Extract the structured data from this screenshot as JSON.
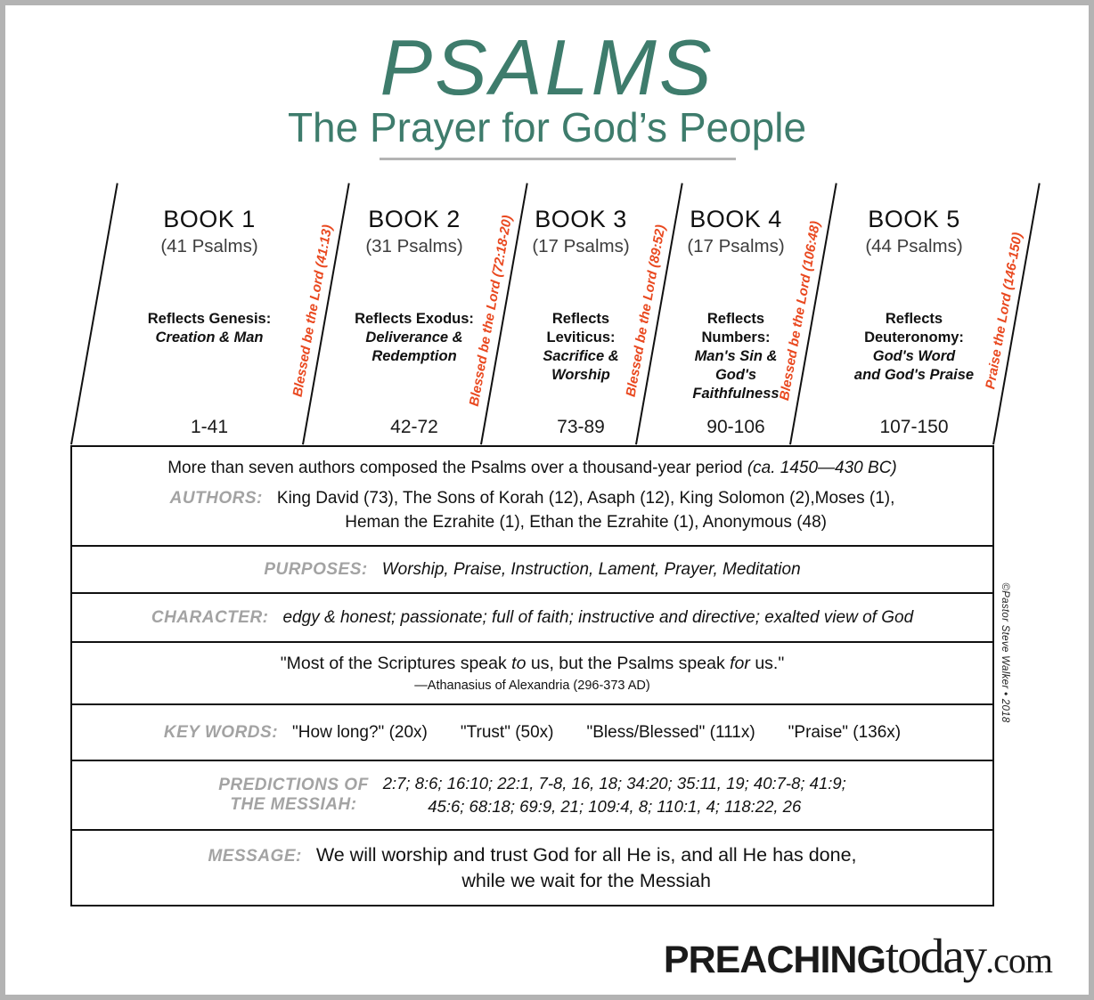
{
  "header": {
    "title": "PSALMS",
    "subtitle": "The Prayer for God’s People"
  },
  "books": [
    {
      "name": "BOOK 1",
      "count": "(41 Psalms)",
      "reflects_head": "Reflects Genesis:",
      "reflects_theme": "Creation & Man",
      "range": "1-41",
      "doxology": "Blessed be the Lord (41:13)"
    },
    {
      "name": "BOOK 2",
      "count": "(31 Psalms)",
      "reflects_head": "Reflects Exodus:",
      "reflects_theme": "Deliverance &\nRedemption",
      "range": "42-72",
      "doxology": "Blessed be the Lord (72:18-20)"
    },
    {
      "name": "BOOK 3",
      "count": "(17 Psalms)",
      "reflects_head": "Reflects\nLeviticus:",
      "reflects_theme": "Sacrifice &\nWorship",
      "range": "73-89",
      "doxology": "Blessed be the Lord (89:52)"
    },
    {
      "name": "BOOK 4",
      "count": "(17 Psalms)",
      "reflects_head": "Reflects\nNumbers:",
      "reflects_theme": "Man's Sin &\nGod's\nFaithfulness",
      "range": "90-106",
      "doxology": "Blessed be the Lord (106:48)"
    },
    {
      "name": "BOOK 5",
      "count": "(44 Psalms)",
      "reflects_head": "Reflects\nDeuteronomy:",
      "reflects_theme": "God's Word\nand God's Praise",
      "range": "107-150",
      "doxology": "Praise the Lord (146-150)"
    }
  ],
  "table": {
    "intro_text": "More than seven authors composed the Psalms over a thousand-year period ",
    "intro_italic": "(ca. 1450—430 BC)",
    "authors_label": "AUTHORS:",
    "authors_value": "King David (73), The Sons of Korah (12), Asaph (12), King Solomon (2),Moses (1),\nHeman the Ezrahite (1), Ethan the Ezrahite (1), Anonymous (48)",
    "purposes_label": "PURPOSES:",
    "purposes_value": "Worship, Praise, Instruction, Lament, Prayer, Meditation",
    "character_label": "CHARACTER:",
    "character_value": "edgy & honest; passionate; full of faith; instructive and directive; exalted view of God",
    "quote": {
      "pre": "\"Most of the Scriptures speak ",
      "italic1": "to",
      "mid": " us, but the Psalms speak ",
      "italic2": "for",
      "post": " us.\"",
      "attribution": "—Athanasius of Alexandria (296-373 AD)"
    },
    "keywords_label": "KEY WORDS:",
    "keywords": [
      "\"How long?\" (20x)",
      "\"Trust\" (50x)",
      "\"Bless/Blessed\" (111x)",
      "\"Praise\" (136x)"
    ],
    "predictions_label": "PREDICTIONS OF\nTHE MESSIAH:",
    "predictions_value": "2:7; 8:6; 16:10; 22:1, 7-8, 16, 18; 34:20; 35:11, 19; 40:7-8; 41:9;\n45:6; 68:18; 69:9, 21; 109:4, 8; 110:1, 4; 118:22, 26",
    "message_label": "MESSAGE:",
    "message_value": "We will worship and trust God for all He is, and all He has done,\nwhile we wait for the Messiah"
  },
  "copyright": "©Pastor Steve Walker • 2018",
  "logo": {
    "bold": "PREACHING",
    "serif": "today",
    "tld": ".com"
  },
  "colors": {
    "teal": "#3e7c6c",
    "red": "#e9481f",
    "label_gray": "#a3a3a3",
    "frame_gray": "#b3b3b3"
  }
}
